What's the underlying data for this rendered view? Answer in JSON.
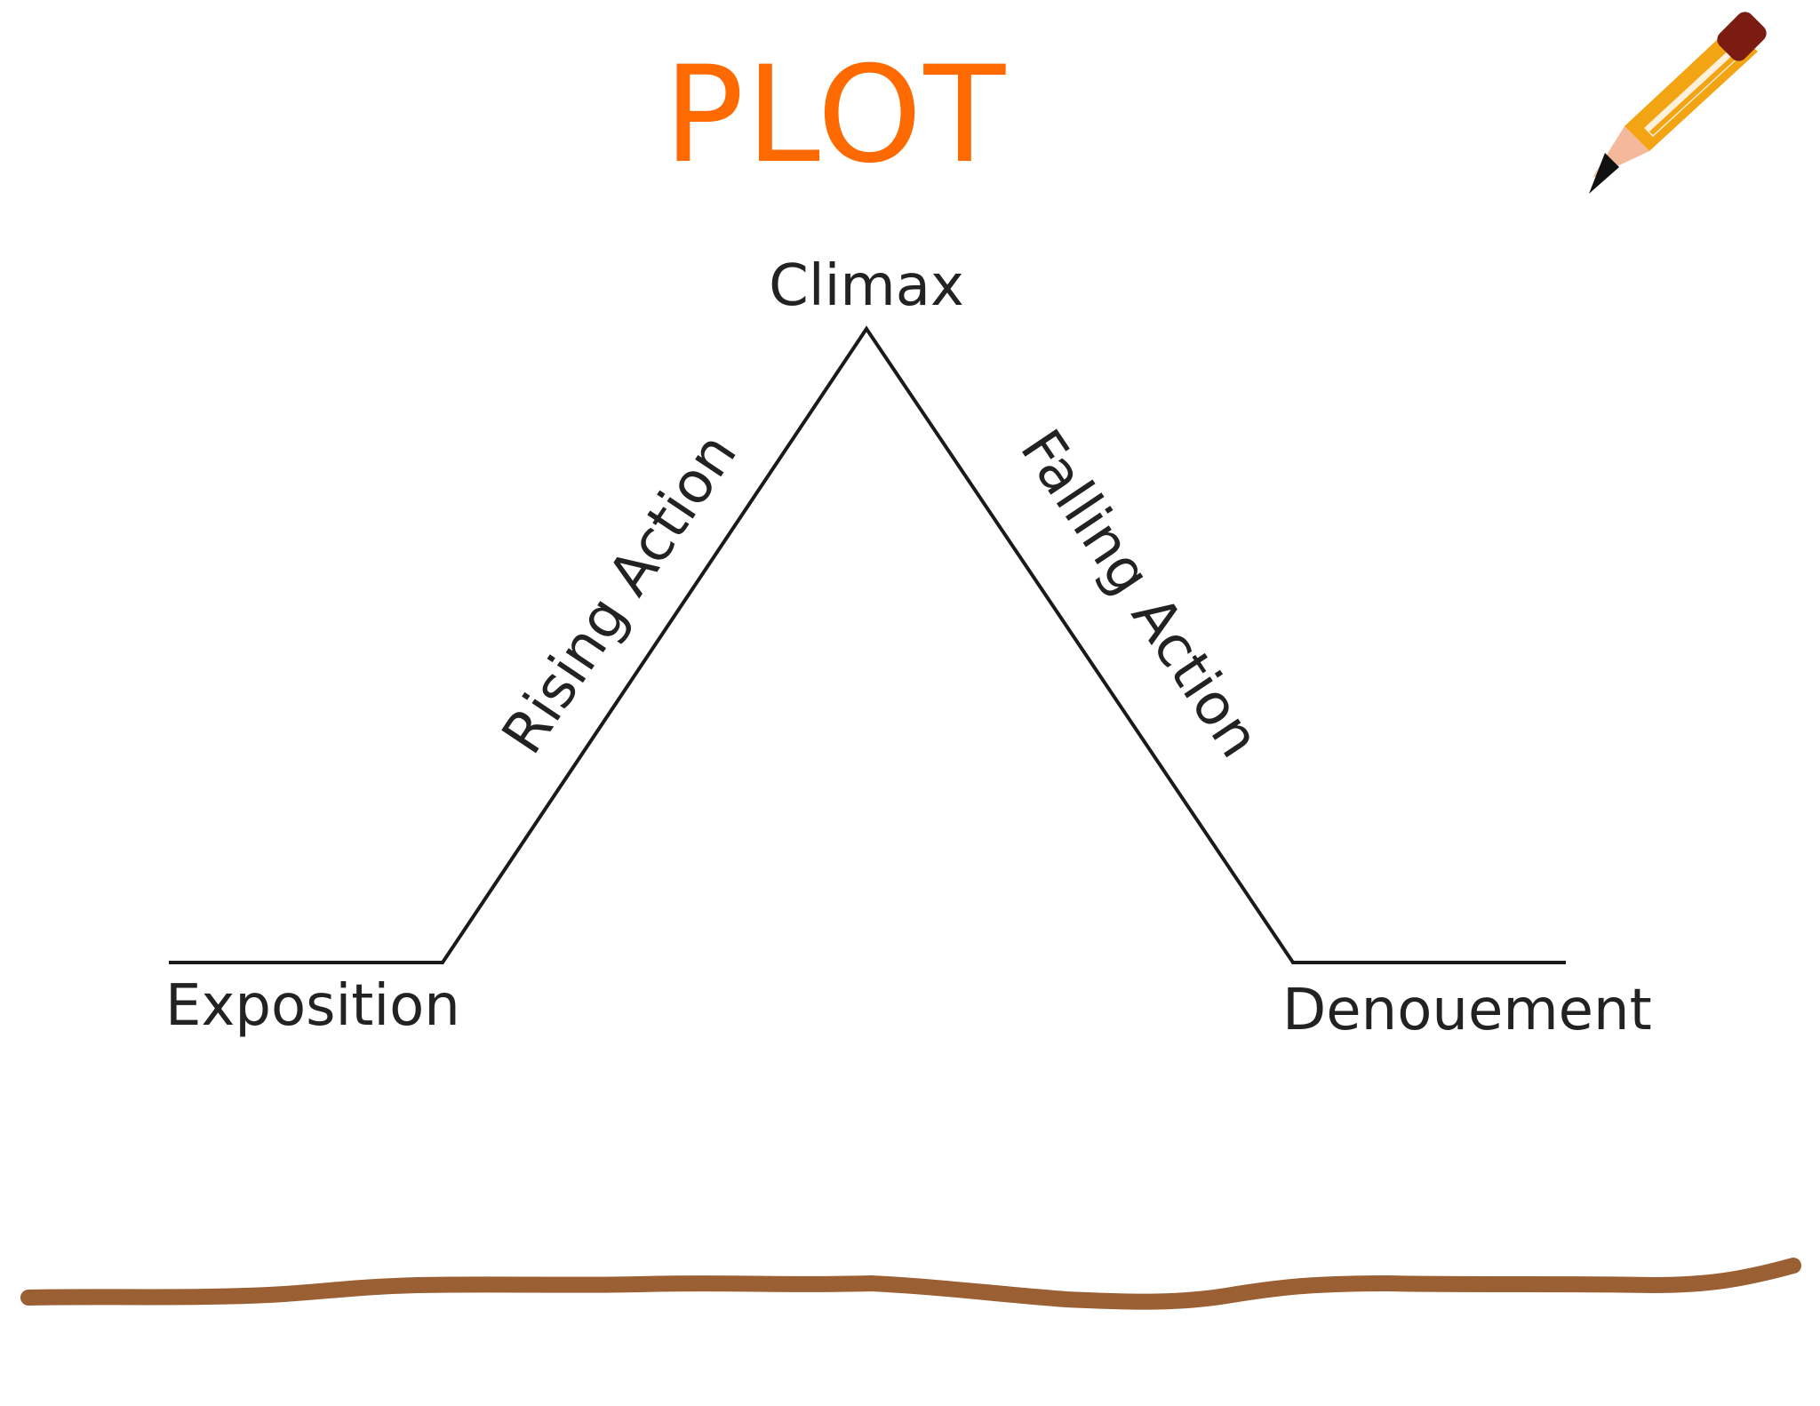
{
  "title": "PLOT",
  "colors": {
    "title": "#ff6a00",
    "line": "#1a1a1a",
    "ground": "#9a5f33",
    "pencil_body": "#f2a413",
    "pencil_eraser": "#7a1c12",
    "pencil_wood": "#f4b89a",
    "pencil_tip": "#111111"
  },
  "icons": {
    "decoration": "pencil-icon"
  },
  "diagram": {
    "peak": "Climax",
    "rising": "Rising Action",
    "falling": "Falling Action",
    "start": "Exposition",
    "end": "Denouement"
  }
}
